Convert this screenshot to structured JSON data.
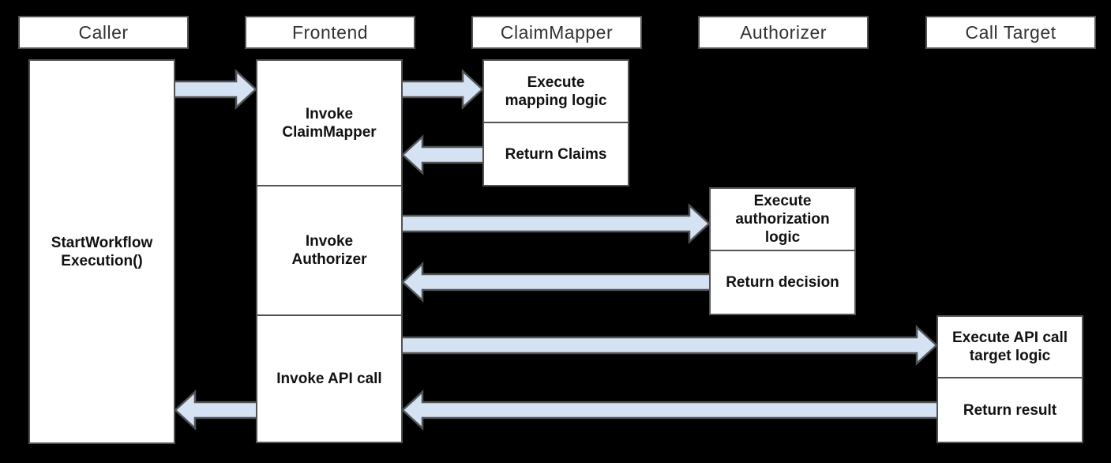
{
  "diagram": {
    "type": "sequence-diagram",
    "background_color": "#000000",
    "box_fill_color": "#ffffff",
    "box_border_color": "#515355",
    "arrow_fill_color": "#d4e2f4",
    "arrow_stroke_color": "#515355",
    "header_text_color": "#333333",
    "activity_text_color": "#111111",
    "actors": [
      {
        "id": "caller",
        "label": "Caller"
      },
      {
        "id": "frontend",
        "label": "Frontend"
      },
      {
        "id": "claimmapper",
        "label": "ClaimMapper"
      },
      {
        "id": "authorizer",
        "label": "Authorizer"
      },
      {
        "id": "calltarget",
        "label": "Call Target"
      }
    ],
    "activations": [
      {
        "actor": "caller",
        "label": "StartWorkflow\nExecution()"
      },
      {
        "actor": "frontend",
        "label": "Invoke\nClaimMapper"
      },
      {
        "actor": "frontend",
        "label": "Invoke\nAuthorizer"
      },
      {
        "actor": "frontend",
        "label": "Invoke API call"
      },
      {
        "actor": "claimmapper",
        "label": "Execute\nmapping logic"
      },
      {
        "actor": "claimmapper",
        "label": "Return Claims"
      },
      {
        "actor": "authorizer",
        "label": "Execute\nauthorization\nlogic"
      },
      {
        "actor": "authorizer",
        "label": "Return decision"
      },
      {
        "actor": "calltarget",
        "label": "Execute API call\ntarget logic"
      },
      {
        "actor": "calltarget",
        "label": "Return result"
      }
    ],
    "messages": [
      {
        "from": "caller",
        "to": "frontend"
      },
      {
        "from": "frontend",
        "to": "claimmapper"
      },
      {
        "from": "claimmapper",
        "to": "frontend"
      },
      {
        "from": "frontend",
        "to": "authorizer"
      },
      {
        "from": "authorizer",
        "to": "frontend"
      },
      {
        "from": "frontend",
        "to": "calltarget"
      },
      {
        "from": "calltarget",
        "to": "frontend"
      },
      {
        "from": "frontend",
        "to": "caller"
      }
    ]
  }
}
